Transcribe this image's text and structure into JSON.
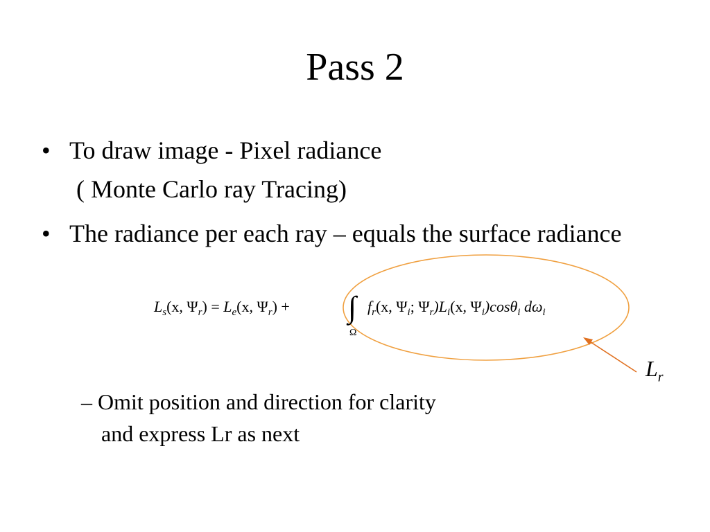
{
  "slide": {
    "title": "Pass 2",
    "bullets": [
      {
        "marker": "•",
        "line1": "To draw image - Pixel radiance",
        "line2": "( Monte Carlo ray Tracing)"
      },
      {
        "marker": "•",
        "text": "The radiance per each ray – equals the surface radiance"
      }
    ],
    "sub_bullet": {
      "marker": "–",
      "line1": "Omit position and direction for clarity",
      "line2": "and express Lr as next"
    },
    "equation": {
      "lhs": "L",
      "lhs_sub": "s",
      "args": "(x, Ψ",
      "args_sub": "r",
      "eq": ") = ",
      "le": "L",
      "le_sub": "e",
      "le_args": "(x, Ψ",
      "le_args_sub": "r",
      "plus": ") + ",
      "integral": "∫",
      "omega": "Ω",
      "fr": "f",
      "fr_sub": "r",
      "fr_args": "(x, Ψ",
      "fr_args_sub1": "i",
      "fr_sep": "; Ψ",
      "fr_args_sub2": "r",
      "li": ")L",
      "li_sub": "i",
      "li_args": "(x, Ψ",
      "li_args_sub": "i",
      "cos": ")cosθ",
      "cos_sub": "i",
      "dw": " dω",
      "dw_sub": "i"
    },
    "annotation": {
      "label": "L",
      "label_sub": "r",
      "color": "#F0A040",
      "arrow_color": "#E07020"
    }
  }
}
